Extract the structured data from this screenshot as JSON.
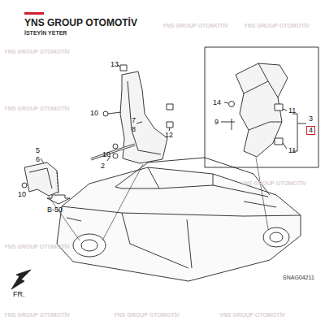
{
  "diagram": {
    "title": "YNS GROUP OTOMOTİV",
    "labels": [
      "İSTEYİN YETER",
      "13",
      "10",
      "7",
      "8",
      "12",
      "10",
      "14",
      "9",
      "11",
      "11",
      "3",
      "4",
      "5",
      "6",
      "10",
      "2",
      "B-50",
      "FR.",
      "SNAG04211",
      "YNS GROUP OTOMOTİV",
      "YNS GROUP OTOMOTİV",
      "YNS GROUP OTOMOTİV",
      "YNS GROUP OTOMOTİV",
      "YNS GROUP OTOMOTİV",
      "YNS GROUP OTOMOTİV",
      "YNS GROUP OTOMOTİV",
      "YNS GROUP OTOMOTİV",
      "YNS GROUP OTOMOTİV"
    ]
  }
}
